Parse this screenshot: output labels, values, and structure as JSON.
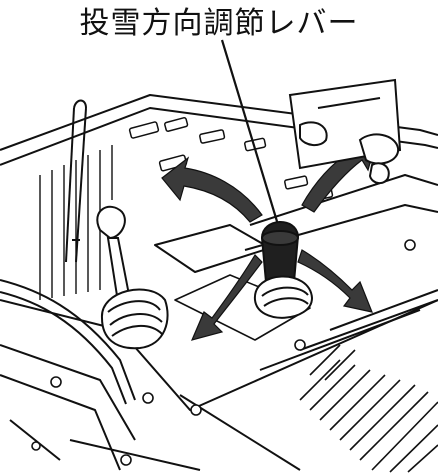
{
  "callout": {
    "label": "投雪方向調節レバー"
  },
  "illustration": {
    "ink_color": "#111111",
    "paper_color": "#ffffff",
    "arrow_fill": "#3a3a3a",
    "lever_knob_fill": "#1f1f1f",
    "icons": [
      "snow-direction-lever",
      "main-control-lever",
      "rotation-arrow",
      "hatch-vent"
    ]
  }
}
